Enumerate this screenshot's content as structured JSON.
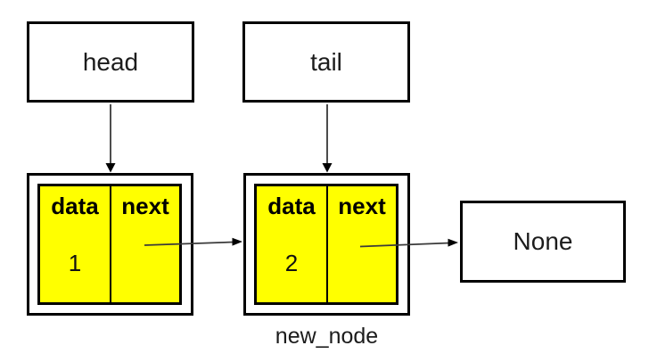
{
  "diagram": {
    "kind": "singly-linked-list",
    "colors": {
      "background": "#ffffff",
      "cell_fill": "#ffff00",
      "border": "#000000",
      "arrow": "#000000"
    },
    "pointers": {
      "head": {
        "label": "head"
      },
      "tail": {
        "label": "tail"
      }
    },
    "terminator": {
      "label": "None"
    },
    "nodes": [
      {
        "data_label": "data",
        "next_label": "next",
        "value": "1",
        "caption": ""
      },
      {
        "data_label": "data",
        "next_label": "next",
        "value": "2",
        "caption": "new_node"
      }
    ],
    "arrows": [
      {
        "name": "head-to-node1",
        "from": "head",
        "to": "node1"
      },
      {
        "name": "tail-to-node2",
        "from": "tail",
        "to": "node2"
      },
      {
        "name": "node1-next-to-node2",
        "from": "node1.next",
        "to": "node2"
      },
      {
        "name": "node2-next-to-none",
        "from": "node2.next",
        "to": "None"
      }
    ]
  }
}
